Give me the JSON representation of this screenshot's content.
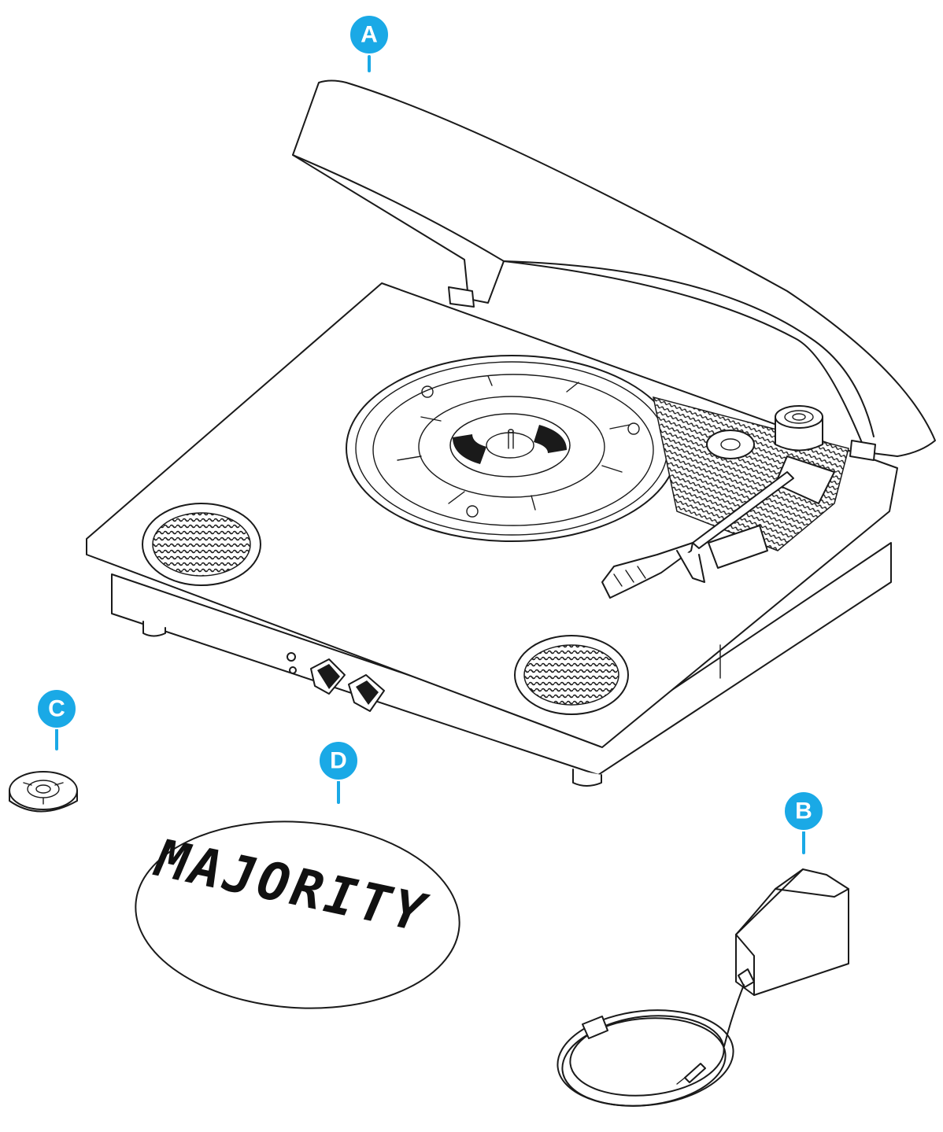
{
  "callouts": {
    "a": {
      "label": "A"
    },
    "b": {
      "label": "B"
    },
    "c": {
      "label": "C"
    },
    "d": {
      "label": "D"
    }
  },
  "sticker": {
    "brand": "MAJORITY"
  },
  "colors": {
    "callout_fill": "#1aa9e6",
    "line": "#1a1a1a",
    "background": "#ffffff"
  }
}
